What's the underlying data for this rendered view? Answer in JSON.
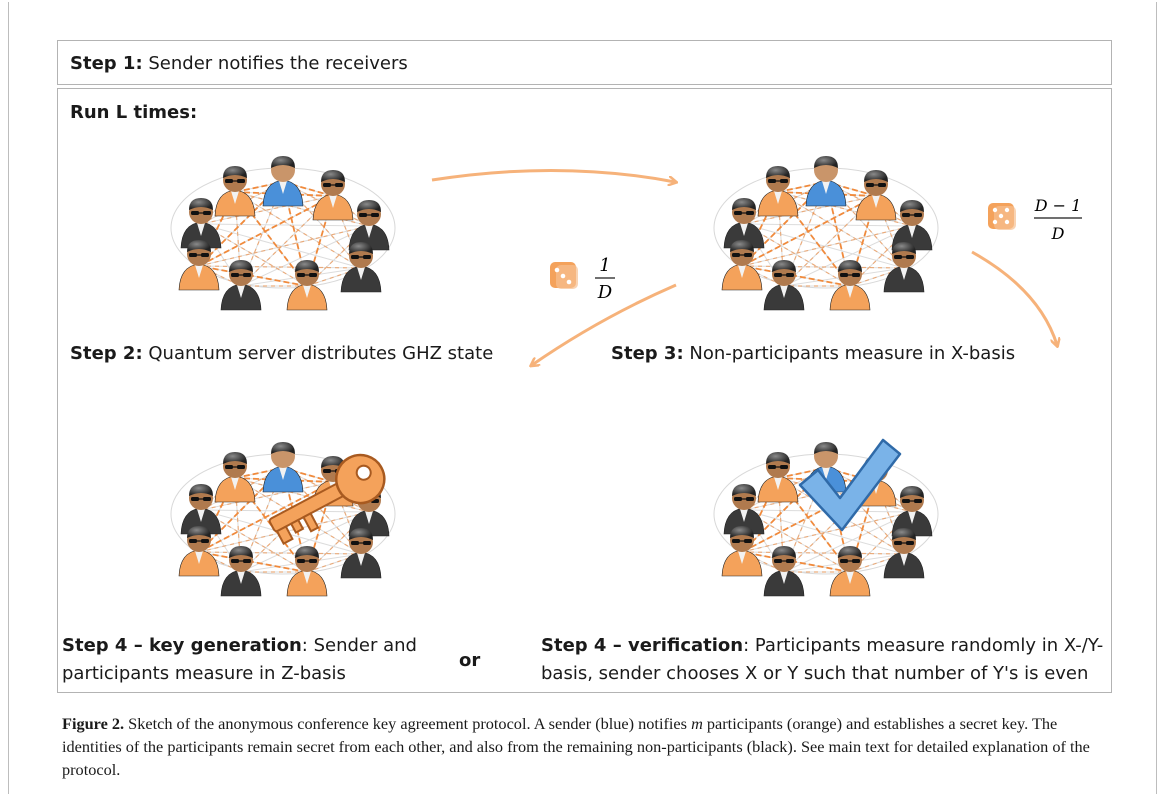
{
  "step1": {
    "label": "Step 1:",
    "text": " Sender notifies the receivers"
  },
  "run": "Run L times:",
  "step2": {
    "label": "Step 2:",
    "text": " Quantum server distributes GHZ state"
  },
  "step3": {
    "label": "Step 3:",
    "text": " Non-participants measure in X-basis"
  },
  "step4a": {
    "label": "Step 4 – key generation",
    "line1": ": Sender and",
    "line2": "participants measure in Z-basis"
  },
  "or_label": "or",
  "step4b": {
    "label": "Step 4 – verification",
    "line1": ": Participants measure randomly in X-/Y-",
    "line2": "basis, sender chooses X or Y such that number of Y's is even"
  },
  "prob_left": {
    "num": "1",
    "den": "D"
  },
  "prob_right": {
    "num": "D − 1",
    "den": "D"
  },
  "caption": {
    "fig": "Figure 2.",
    "text1": "  Sketch of the anonymous conference key agreement protocol. A sender (blue) notifies ",
    "m": "m",
    "text2": " participants (orange) and establishes a secret key. The identities of the participants remain secret from each other, and also from the remaining non-participants (black). See main text for detailed explanation of the protocol."
  },
  "colors": {
    "sender": "#4a90d9",
    "participant": "#f4a25b",
    "non_participant": "#3a3a3a",
    "arrow": "#f6b27a",
    "link": "#f08a3c"
  },
  "icons": [
    "dice-icon",
    "key-icon",
    "check-icon"
  ]
}
